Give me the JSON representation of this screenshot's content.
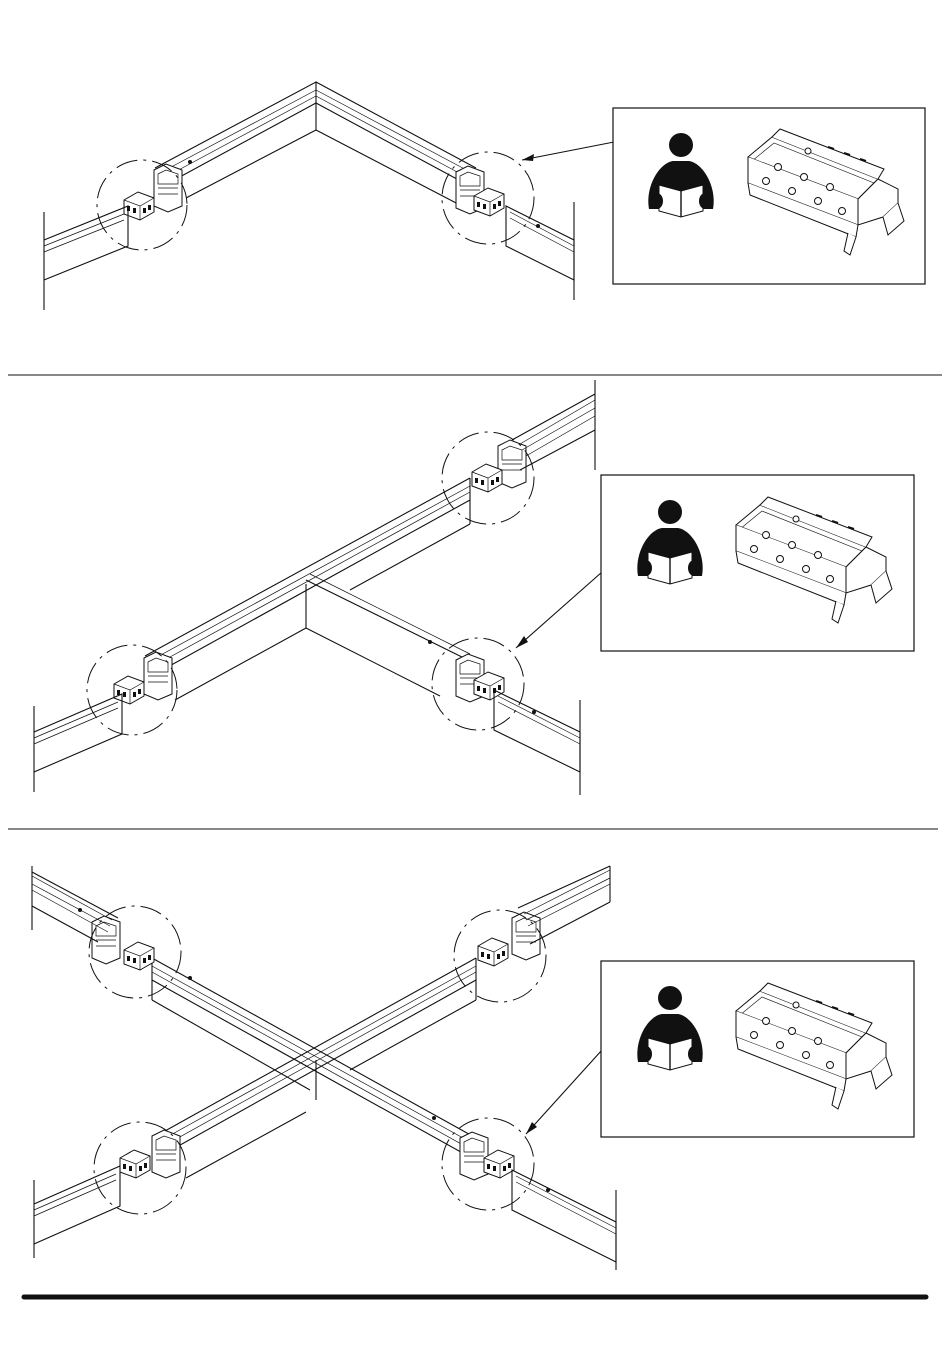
{
  "document": {
    "panels": [
      {
        "id": "corner-joint",
        "callout": {
          "icons": [
            "read-manual-icon",
            "corner-connector-bracket-icon"
          ]
        }
      },
      {
        "id": "t-joint",
        "callout": {
          "icons": [
            "read-manual-icon",
            "corner-connector-bracket-icon"
          ]
        }
      },
      {
        "id": "cross-joint",
        "callout": {
          "icons": [
            "read-manual-icon",
            "corner-connector-bracket-icon"
          ]
        }
      }
    ],
    "colors": {
      "line": "#111111",
      "background": "#ffffff"
    }
  }
}
